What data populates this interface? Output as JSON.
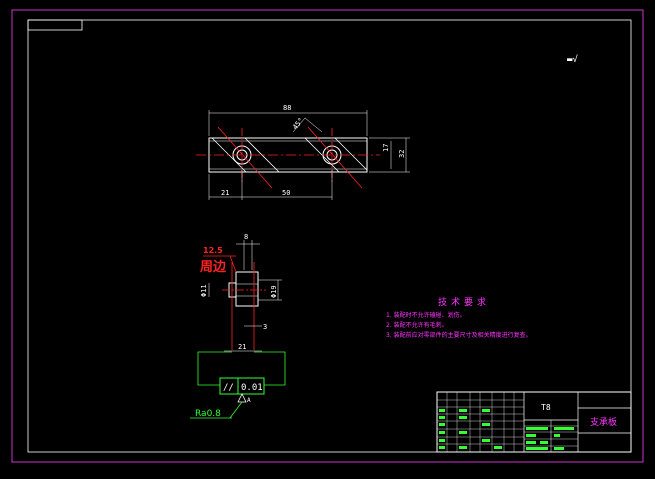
{
  "colors": {
    "background": "#000000",
    "frame": "#cc33cc",
    "geometry": "#ffffff",
    "centerline": "#ff2222",
    "dimension": "#ffffff",
    "notes": "#ff33ff",
    "tolerance": "#33ff33",
    "title_block": "#33ff33"
  },
  "surface_mark": {
    "text": "▬√"
  },
  "top_view": {
    "dim_total_width": "88",
    "dim_angle": "45°",
    "dim_left_offset": "21",
    "dim_hole_spacing": "50",
    "dim_slot_height": "17",
    "dim_total_height": "32"
  },
  "side_view": {
    "dim_thickness": "8",
    "dim_hole_dia": "Φ11",
    "dim_height": "Φ19",
    "dim_step": "3",
    "dim_depth": "21",
    "roughness_top": "12.5",
    "roughness_label": "周边"
  },
  "tolerance_frame": {
    "symbol": "//",
    "value": "0.01",
    "datum": "A",
    "roughness": "Ra0.8"
  },
  "technical_requirements": {
    "title": "技术要求",
    "items": [
      "1. 装配时不允许磕碰、划伤。",
      "2. 装配不允许有毛刺。",
      "3. 装配前应对零部件的主要尺寸及相关精度进行复查。"
    ]
  },
  "title_block": {
    "material": "T8",
    "part_name": "支承板"
  }
}
